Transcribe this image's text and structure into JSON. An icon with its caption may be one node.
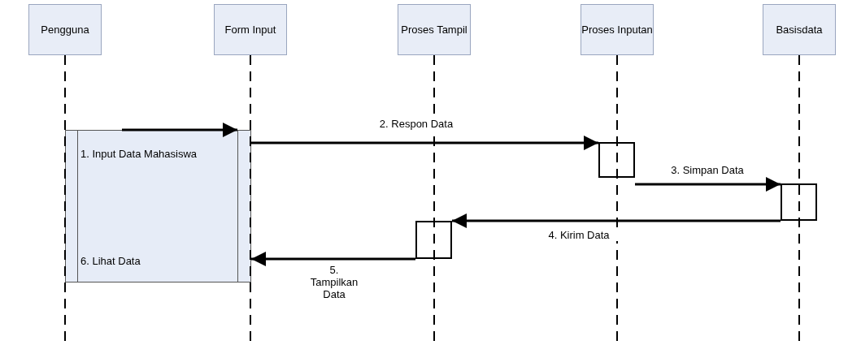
{
  "diagram": {
    "nodes": [
      {
        "text": [
          "Pengguna"
        ]
      },
      {
        "text": [
          "Form Input"
        ]
      },
      {
        "text": [
          "Proses Tampil"
        ]
      },
      {
        "text": [
          "Proses Inputan"
        ]
      },
      {
        "text": [
          "Basisdata"
        ]
      },
      {
        "text": [
          "1. Input Data Mahasiswa",
          "6. Lihat Data"
        ]
      },
      {
        "text": [],
        "shape": "box"
      },
      {
        "text": [],
        "shape": "box"
      },
      {
        "text": [],
        "shape": "box"
      }
    ],
    "edges": [
      {
        "from": null,
        "to": 5,
        "arrow": "to"
      },
      {
        "from": 5,
        "to": 6,
        "arrow": "to",
        "label": "2. Respon Data"
      },
      {
        "from": 6,
        "to": 7,
        "arrow": "to",
        "label": "3. Simpan Data"
      },
      {
        "from": 7,
        "to": 8,
        "arrow": "to",
        "label": "4. Kirim Data"
      },
      {
        "from": 8,
        "to": 5,
        "arrow": "to",
        "label": "5. Tampilkan Data"
      }
    ]
  }
}
